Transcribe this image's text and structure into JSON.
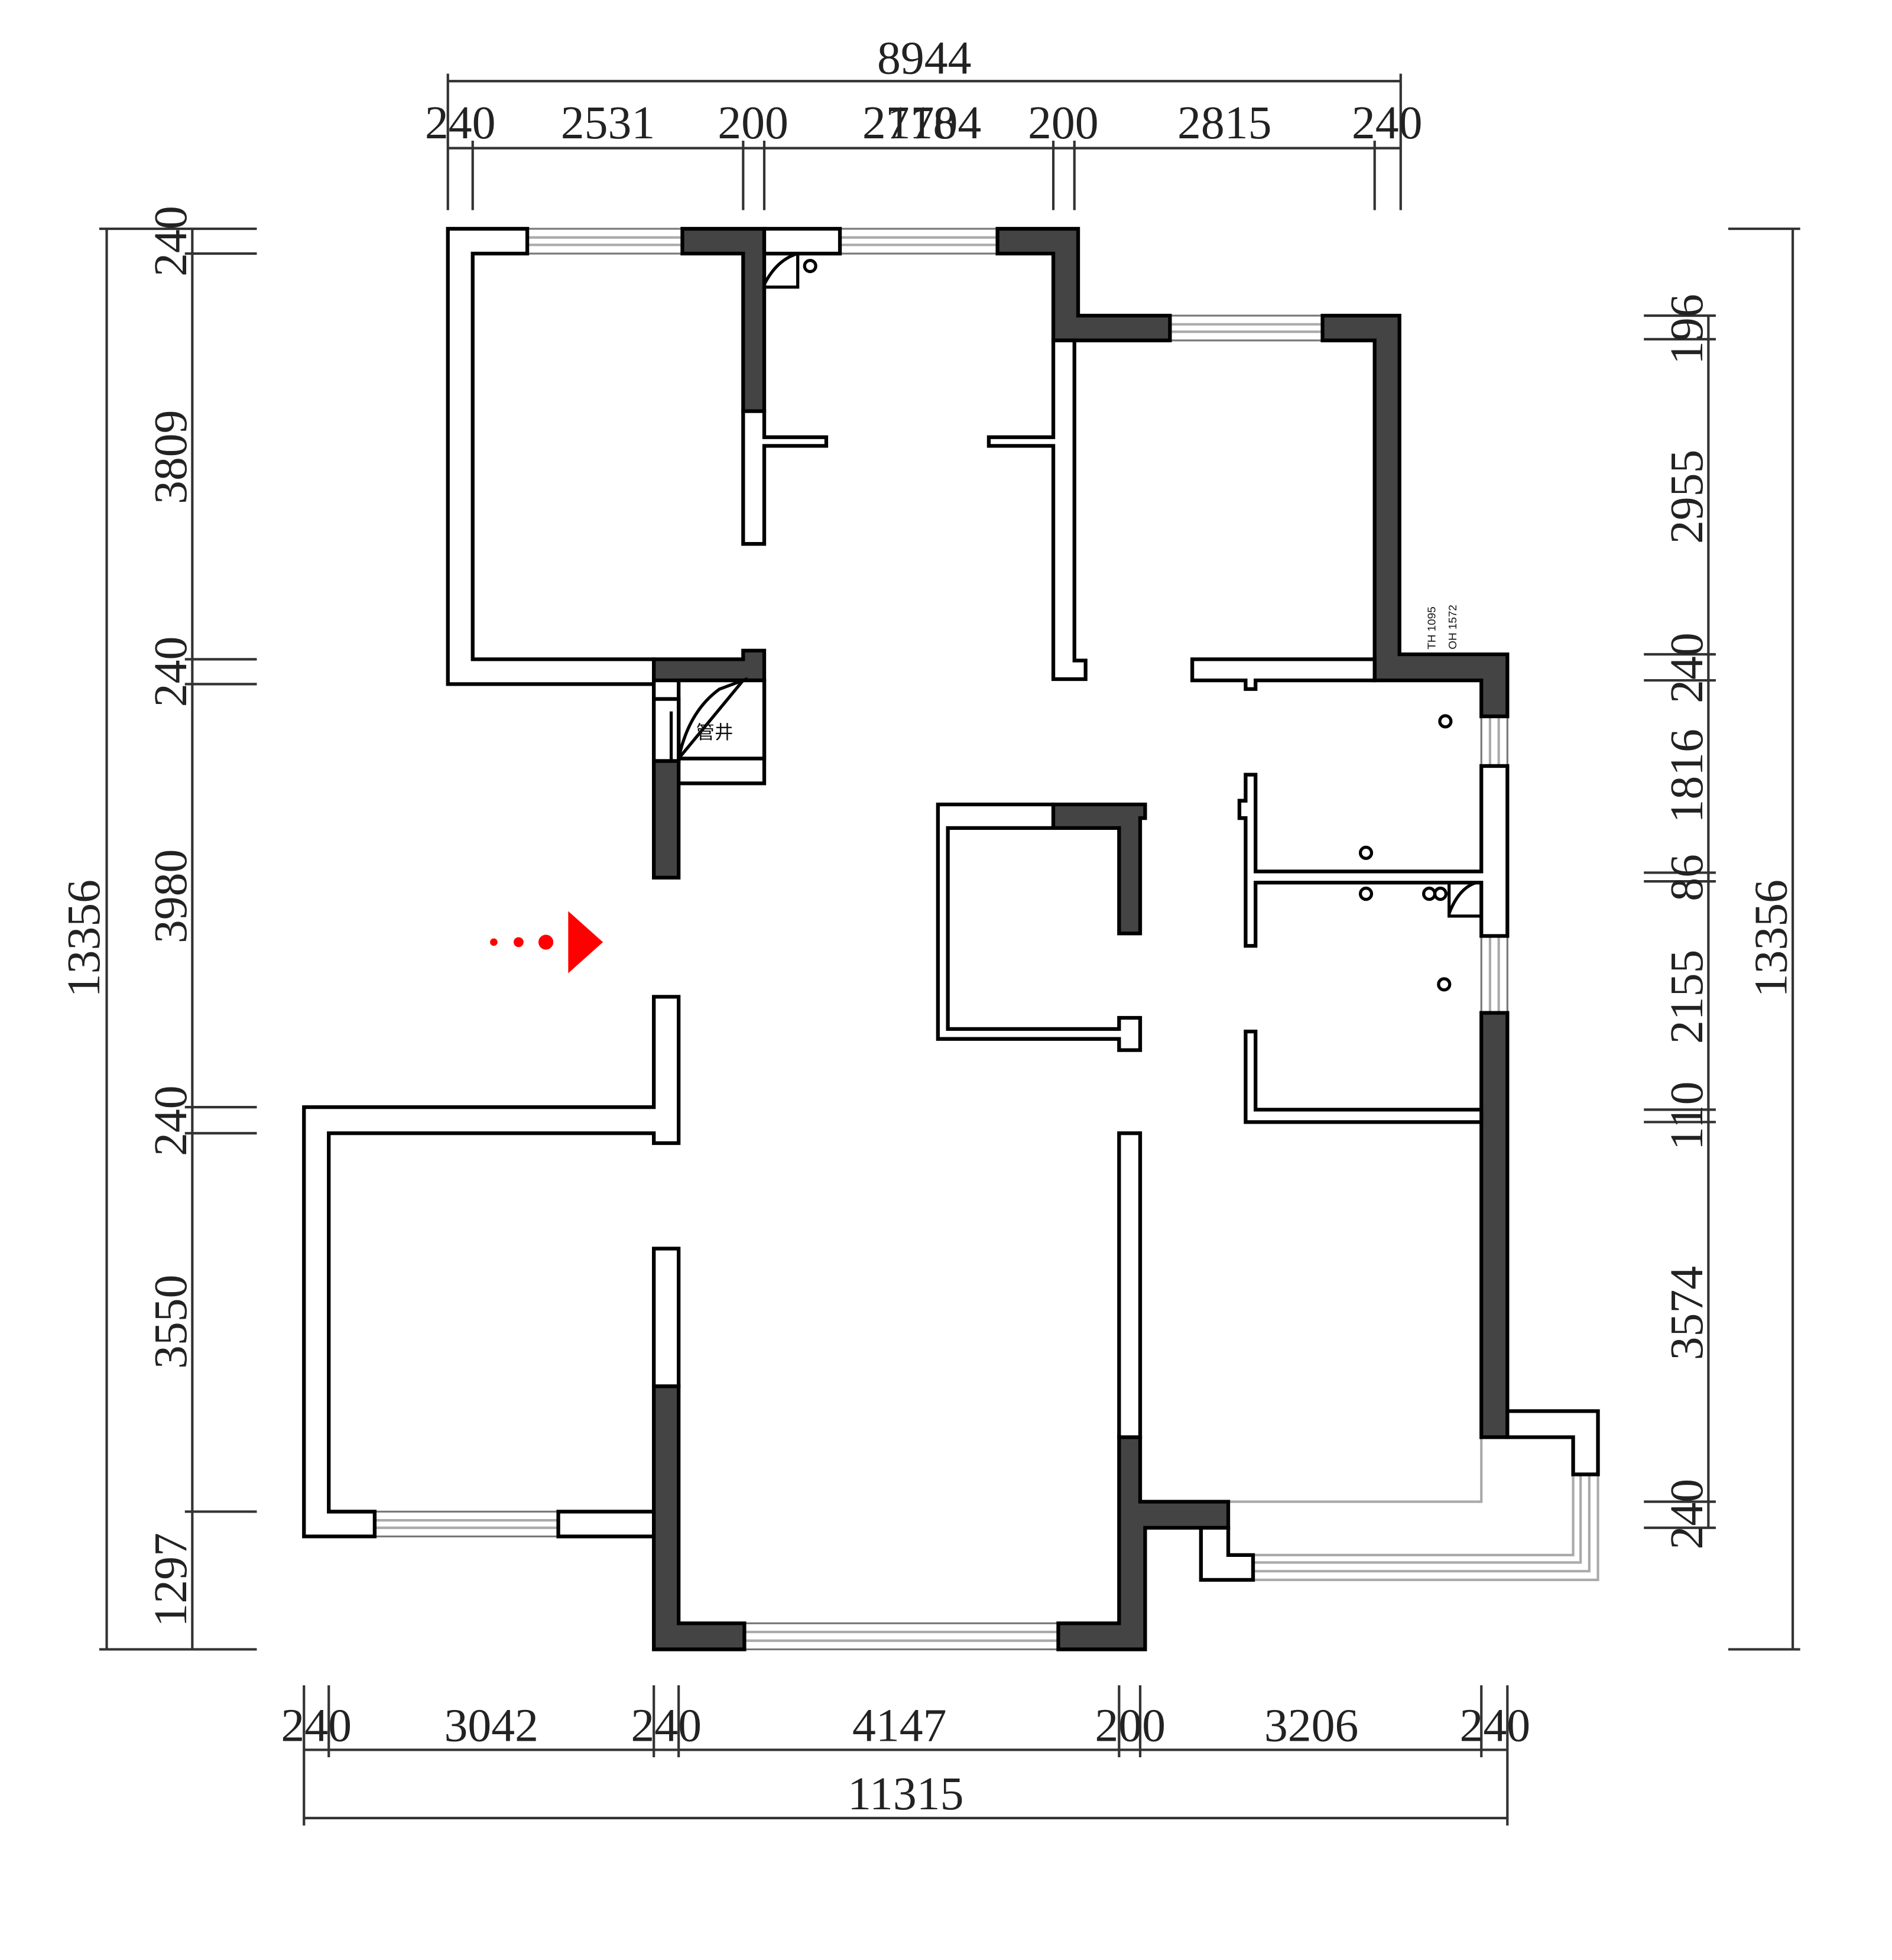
{
  "dimensions": {
    "top_total": "8944",
    "top_segments": [
      "240",
      "2531",
      "200",
      "2718",
      "1704",
      "200",
      "2815",
      "240"
    ],
    "bottom_total": "11315",
    "bottom_segments": [
      "240",
      "3042",
      "240",
      "4147",
      "200",
      "3206",
      "240"
    ],
    "left_total": "13356",
    "left_segments": [
      "240",
      "3809",
      "240",
      "3980",
      "240",
      "3550",
      "1297"
    ],
    "right_total": "13356",
    "right_segments": [
      "196",
      "2955",
      "240",
      "1816",
      "86",
      "2155",
      "110",
      "3574",
      "240"
    ]
  },
  "labels": {
    "pipe_shaft": "管井",
    "th_note": "TH 1095",
    "oh_note": "OH 1572"
  },
  "colors": {
    "structural_wall": "#444444",
    "partition_wall": "#ffffff",
    "entrance_marker": "#ff0000"
  },
  "icons": {
    "entrance": "entrance-arrow-icon"
  }
}
